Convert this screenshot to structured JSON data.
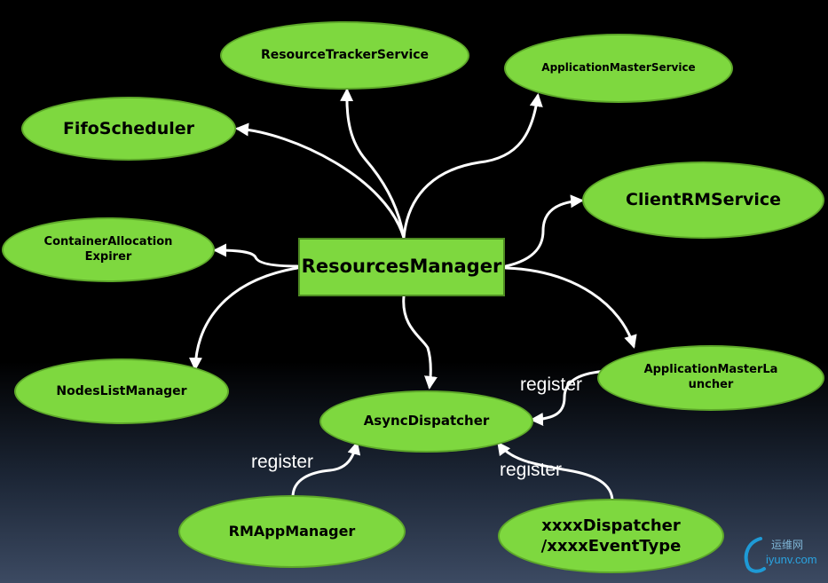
{
  "nodes": {
    "resources_manager": "ResourcesManager",
    "resource_tracker_service": "ResourceTrackerService",
    "application_master_service": "ApplicationMasterService",
    "fifo_scheduler": "FifoScheduler",
    "client_rm_service": "ClientRMService",
    "container_allocation_expirer": "ContainerAllocation Expirer",
    "nodes_list_manager": "NodesListManager",
    "application_master_launcher": "ApplicationMasterLa uncher",
    "async_dispatcher": "AsyncDispatcher",
    "rm_app_manager": "RMAppManager",
    "xxxx_dispatcher": "xxxxDispatcher /xxxxEventType"
  },
  "edge_labels": {
    "register_launcher": "register",
    "register_rmapp": "register",
    "register_xxxx": "register"
  },
  "watermark": {
    "top": "运维网",
    "bottom": "iyunv.com"
  },
  "colors": {
    "node_fill": "#7ed83f",
    "node_border": "#5ea82a",
    "arrow": "#ffffff"
  }
}
